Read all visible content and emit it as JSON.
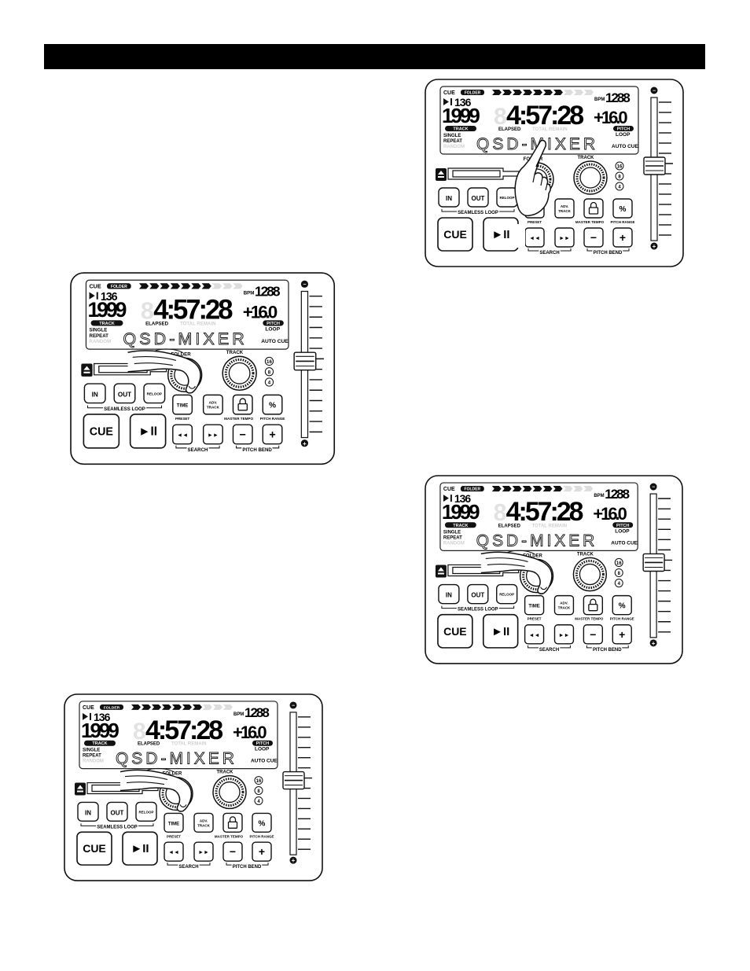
{
  "header_bar": {
    "color": "#000000"
  },
  "device": {
    "cue_indicator": "CUE",
    "folder_badge": "FOLDER",
    "track_number": "136",
    "total_count": "1999",
    "time": "4:57:28",
    "time_ghost_digit": "8",
    "bpm_label": "BPM",
    "bpm_value": "1288",
    "pitch_value": "+16.0",
    "track_badge": "TRACK",
    "elapsed_label": "ELAPSED",
    "total_remain_label": "TOTAL REMAIN",
    "pitch_badge": "PITCH",
    "loop_label": "LOOP",
    "single_label": "SINGLE",
    "repeat_label": "REPEAT",
    "random_label": "RANDOM",
    "text_display": "QSD-MIXER",
    "auto_cue_label": "AUTO CUE",
    "folder_knob_label": "FOLDER",
    "track_knob_label": "TRACK",
    "ring_16": "16",
    "ring_8": "8",
    "ring_4": "4",
    "in_button": "IN",
    "out_button": "OUT",
    "reloop_button": "RELOOP",
    "seamless_loop_label": "SEAMLESS LOOP",
    "time_button": "TIME",
    "preset_label": "PRESET",
    "adv_track_button_line1": "ADV.",
    "adv_track_button_line2": "TRACK",
    "master_tempo_label": "MASTER TEMPO",
    "percent_button": "%",
    "pitch_range_label": "PITCH RANGE",
    "cue_button": "CUE",
    "play_pause_symbol": "►II",
    "rewind_symbol": "◄◄",
    "forward_symbol": "►►",
    "minus_button": "−",
    "plus_button": "+",
    "search_label": "SEARCH",
    "pitch_bend_label": "PITCH BEND",
    "fader_minus": "−",
    "fader_plus": "+"
  },
  "panels": [
    {
      "id": "top-right",
      "hand": "press-folder-knob"
    },
    {
      "id": "middle-left",
      "hand": "turn-folder-knob"
    },
    {
      "id": "middle-right",
      "hand": "turn-folder-knob"
    },
    {
      "id": "bottom-left",
      "hand": "turn-folder-knob"
    }
  ]
}
